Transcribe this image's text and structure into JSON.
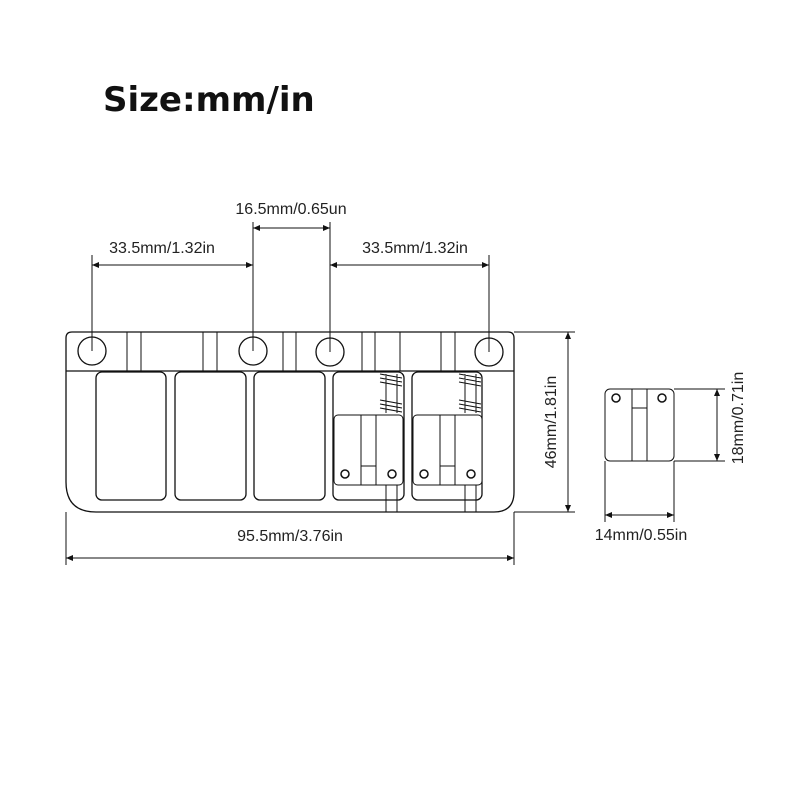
{
  "title": "Size:mm/in",
  "dimensions": {
    "hole_left_spacing": "33.5mm/1.32in",
    "hole_center_spacing": "16.5mm/0.65un",
    "hole_right_spacing": "33.5mm/1.32in",
    "total_width": "95.5mm/3.76in",
    "total_height": "46mm/1.81in",
    "saddle_height": "18mm/0.71in",
    "saddle_width": "14mm/0.55in"
  }
}
